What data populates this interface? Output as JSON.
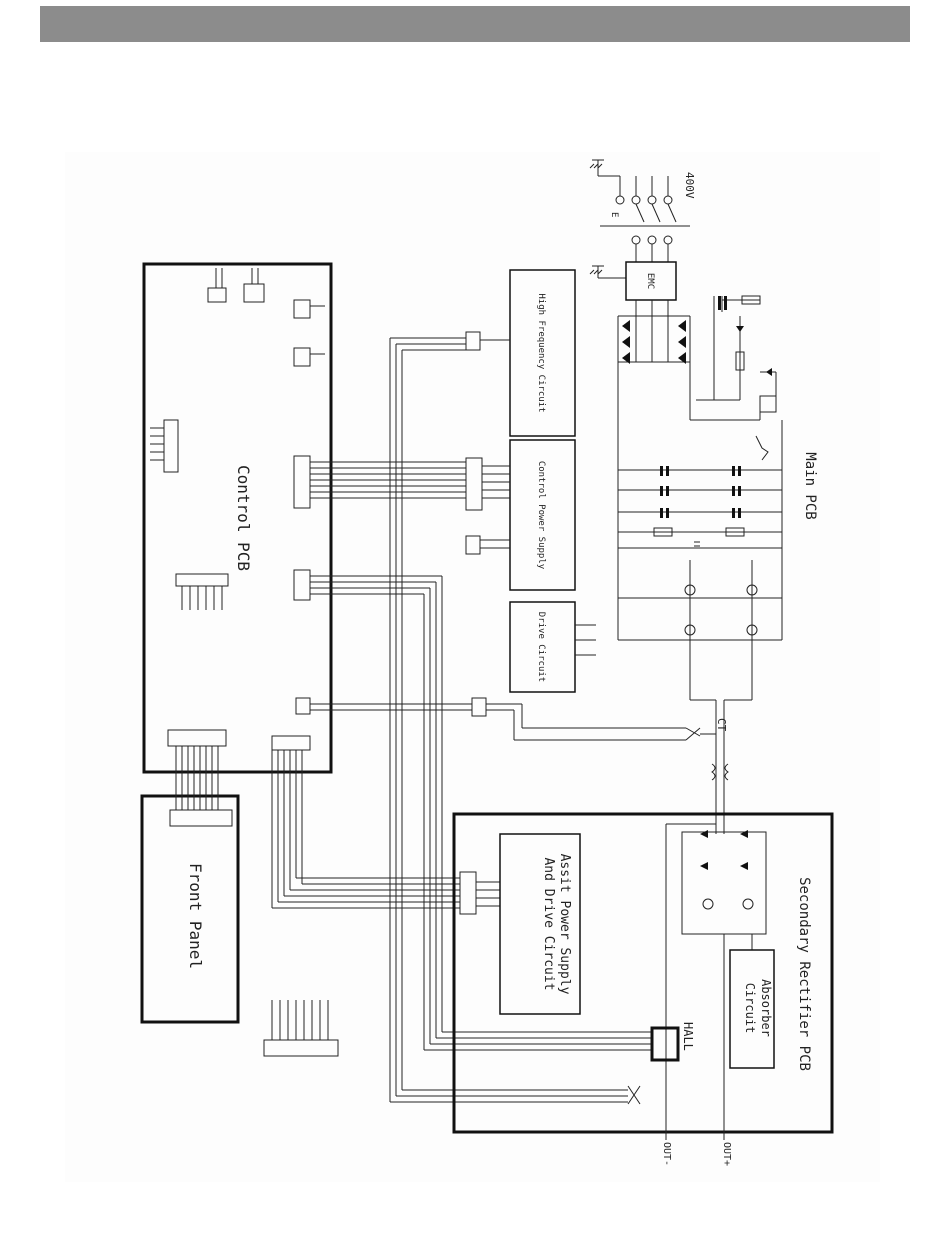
{
  "header": {
    "color": "#8c8c8c"
  },
  "schematic": {
    "blocks": {
      "control_pcb": "Control PCB",
      "front_panel": "Front Panel",
      "main_pcb": "Main PCB",
      "secondary_rectifier_pcb": "Secondary Rectifier PCB",
      "high_frequency_circuit": "High Frequency Circuit",
      "control_power_supply": "Control Power Supply",
      "drive_circuit": "Drive Circuit",
      "assist_power_line1": "Assit Power Supply",
      "assist_power_line2": "And Drive Circuit",
      "absorber_line1": "Absorber",
      "absorber_line2": "Circuit",
      "emc": "EMC"
    },
    "terminals": {
      "input_voltage": "400V",
      "ground_mark": "E",
      "ct": "CT",
      "hall": "HALL",
      "out_minus": "OUT-",
      "out_plus": "OUT+"
    }
  }
}
